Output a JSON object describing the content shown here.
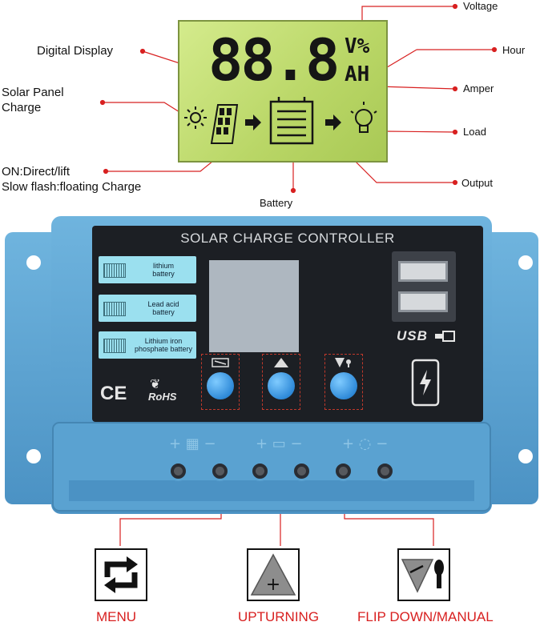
{
  "display": {
    "digits": "88.8",
    "unit_top": "V%",
    "unit_bottom": "AH"
  },
  "callouts": {
    "voltage": "Voltage",
    "hour": "Hour",
    "amper": "Amper",
    "load": "Load",
    "output": "Output",
    "battery": "Battery",
    "digital_display": "Digital Display",
    "solar_panel_line1": "Solar Panel",
    "solar_panel_line2": "Charge",
    "status_line1": "ON:Direct/lift",
    "status_line2": "Slow flash:floating Charge"
  },
  "controller": {
    "title": "SOLAR CHARGE CONTROLLER",
    "battery_types": [
      {
        "line1": "lithium",
        "line2": "battery"
      },
      {
        "line1": "Lead acid",
        "line2": "battery"
      },
      {
        "line1": "Lithium iron",
        "line2": "phosphate battery"
      }
    ],
    "usb_label": "USB",
    "ce_mark": "CE",
    "rohs_mark": "RoHS"
  },
  "buttons": {
    "menu": "MENU",
    "upturning": "UPTURNING",
    "flip_down": "FLIP DOWN/MANUAL"
  },
  "colors": {
    "housing_blue": "#5aa2d1",
    "lcd_green": "#b9d666",
    "callout_red": "#d82020",
    "button_blue": "#2f8ad8"
  }
}
